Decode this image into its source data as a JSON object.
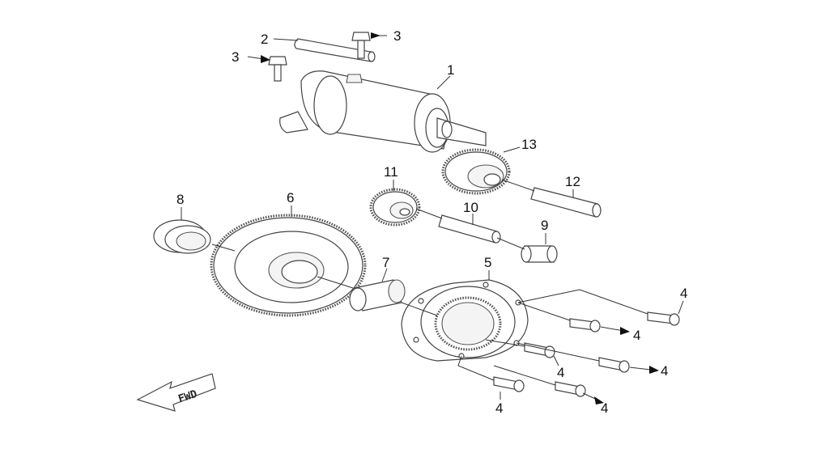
{
  "diagram": {
    "fwd_label": "FWD",
    "callouts": [
      {
        "id": "c1",
        "text": "1"
      },
      {
        "id": "c2",
        "text": "2"
      },
      {
        "id": "c3a",
        "text": "3"
      },
      {
        "id": "c3b",
        "text": "3"
      },
      {
        "id": "c4a",
        "text": "4"
      },
      {
        "id": "c4b",
        "text": "4"
      },
      {
        "id": "c4c",
        "text": "4"
      },
      {
        "id": "c4d",
        "text": "4"
      },
      {
        "id": "c4e",
        "text": "4"
      },
      {
        "id": "c4f",
        "text": "4"
      },
      {
        "id": "c5",
        "text": "5"
      },
      {
        "id": "c6",
        "text": "6"
      },
      {
        "id": "c7",
        "text": "7"
      },
      {
        "id": "c8",
        "text": "8"
      },
      {
        "id": "c9",
        "text": "9"
      },
      {
        "id": "c10",
        "text": "10"
      },
      {
        "id": "c11",
        "text": "11"
      },
      {
        "id": "c12",
        "text": "12"
      },
      {
        "id": "c13",
        "text": "13"
      }
    ]
  }
}
